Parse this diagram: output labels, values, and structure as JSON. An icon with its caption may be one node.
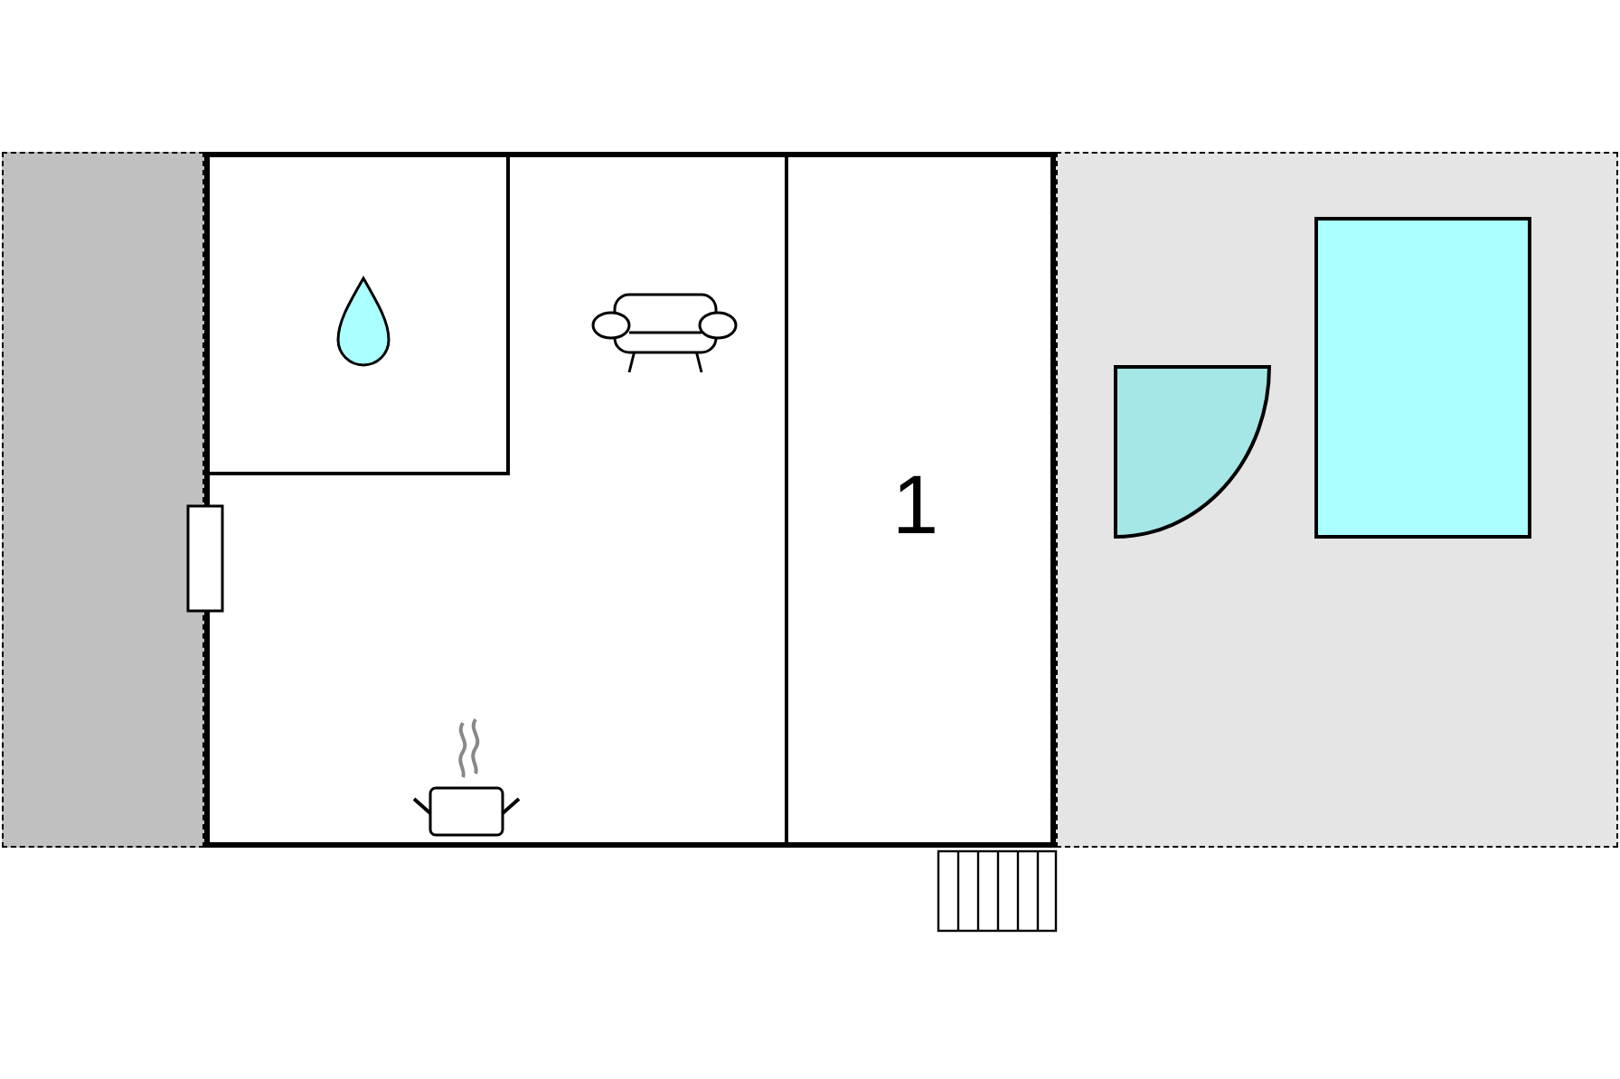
{
  "diagram": {
    "nodes": [
      {
        "text": [],
        "shape": "box"
      },
      {
        "text": [],
        "shape": "box"
      },
      {
        "text": [],
        "shape": "box",
        "in": 1
      },
      {
        "text": [
          "1"
        ],
        "in": 1
      },
      {
        "text": [],
        "shape": "box"
      },
      {
        "text": [],
        "shape": "sector",
        "in": 4
      },
      {
        "text": [],
        "shape": "box",
        "in": 4
      }
    ]
  }
}
